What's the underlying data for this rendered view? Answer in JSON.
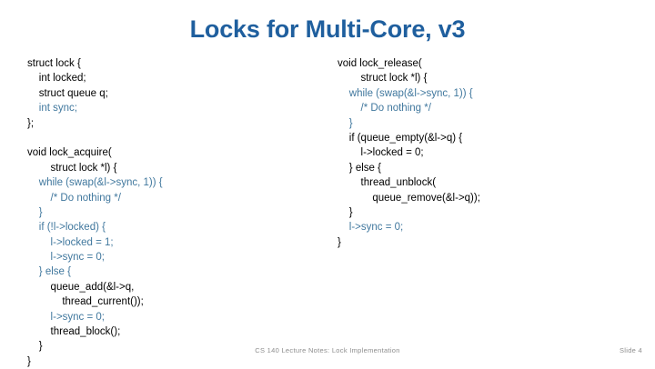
{
  "slide": {
    "title": "Locks for Multi-Core, v3",
    "title_color": "#1f5f9e",
    "background": "#ffffff",
    "code_color_default": "#000000",
    "code_color_sync": "#41789e"
  },
  "code_left": {
    "lines": [
      {
        "indent": 0,
        "text": "struct lock {",
        "color": "black"
      },
      {
        "indent": 1,
        "text": "int locked;",
        "color": "black"
      },
      {
        "indent": 1,
        "text": "struct queue q;",
        "color": "black"
      },
      {
        "indent": 1,
        "text": "int sync;",
        "color": "blue"
      },
      {
        "indent": 0,
        "text": "};",
        "color": "black"
      },
      {
        "indent": 0,
        "text": "",
        "color": "black"
      },
      {
        "indent": 0,
        "text": "void lock_acquire(",
        "color": "black"
      },
      {
        "indent": 2,
        "text": "struct lock *l) {",
        "color": "black"
      },
      {
        "indent": 1,
        "text": "while (swap(&l->sync, 1)) {",
        "color": "blue"
      },
      {
        "indent": 2,
        "text": "/* Do nothing */",
        "color": "blue"
      },
      {
        "indent": 1,
        "text": "}",
        "color": "blue"
      },
      {
        "indent": 1,
        "text": "if (!l->locked) {",
        "color": "blue"
      },
      {
        "indent": 2,
        "text": "l->locked = 1;",
        "color": "blue"
      },
      {
        "indent": 2,
        "text": "l->sync = 0;",
        "color": "blue"
      },
      {
        "indent": 1,
        "text": "} else {",
        "color": "blue"
      },
      {
        "indent": 2,
        "text": "queue_add(&l->q,",
        "color": "black"
      },
      {
        "indent": 3,
        "text": "thread_current());",
        "color": "black"
      },
      {
        "indent": 2,
        "text": "l->sync = 0;",
        "color": "blue"
      },
      {
        "indent": 2,
        "text": "thread_block();",
        "color": "black"
      },
      {
        "indent": 1,
        "text": "}",
        "color": "black"
      },
      {
        "indent": 0,
        "text": "}",
        "color": "black"
      }
    ]
  },
  "code_right": {
    "lines": [
      {
        "indent": 0,
        "text": "void lock_release(",
        "color": "black"
      },
      {
        "indent": 2,
        "text": "struct lock *l) {",
        "color": "black"
      },
      {
        "indent": 1,
        "text": "while (swap(&l->sync, 1)) {",
        "color": "blue"
      },
      {
        "indent": 2,
        "text": "/* Do nothing */",
        "color": "blue"
      },
      {
        "indent": 1,
        "text": "}",
        "color": "blue"
      },
      {
        "indent": 1,
        "text": "if (queue_empty(&l->q) {",
        "color": "black"
      },
      {
        "indent": 2,
        "text": "l->locked = 0;",
        "color": "black"
      },
      {
        "indent": 1,
        "text": "} else {",
        "color": "black"
      },
      {
        "indent": 2,
        "text": "thread_unblock(",
        "color": "black"
      },
      {
        "indent": 3,
        "text": "queue_remove(&l->q));",
        "color": "black"
      },
      {
        "indent": 1,
        "text": "}",
        "color": "black"
      },
      {
        "indent": 1,
        "text": "l->sync = 0;",
        "color": "blue"
      },
      {
        "indent": 0,
        "text": "}",
        "color": "black"
      }
    ]
  },
  "footer": {
    "center": "CS 140 Lecture Notes: Lock Implementation",
    "slide_number": "Slide 4"
  }
}
